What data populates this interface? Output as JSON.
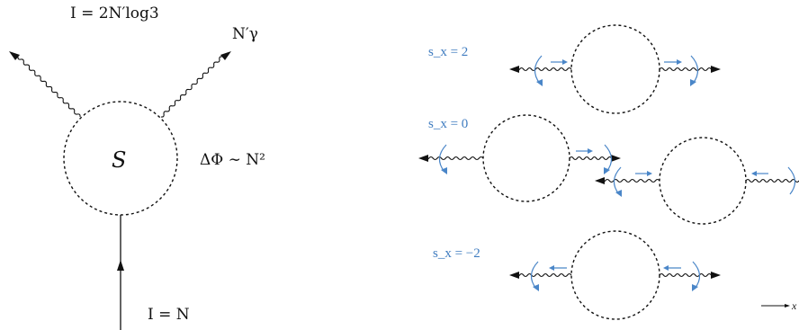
{
  "left_diagram": {
    "top_label": "I = 2N′log3",
    "photon_label": "N′γ",
    "blob_label": "S",
    "phase_label": "ΔΦ ∼ N²",
    "bottom_label": "I = N"
  },
  "right_diagram": {
    "sx_labels": [
      "s_x = 2",
      "s_x = 0",
      "s_x = −2"
    ],
    "axis_label": "x"
  },
  "colors": {
    "ink": "#111111",
    "accent": "#4a86c8"
  }
}
